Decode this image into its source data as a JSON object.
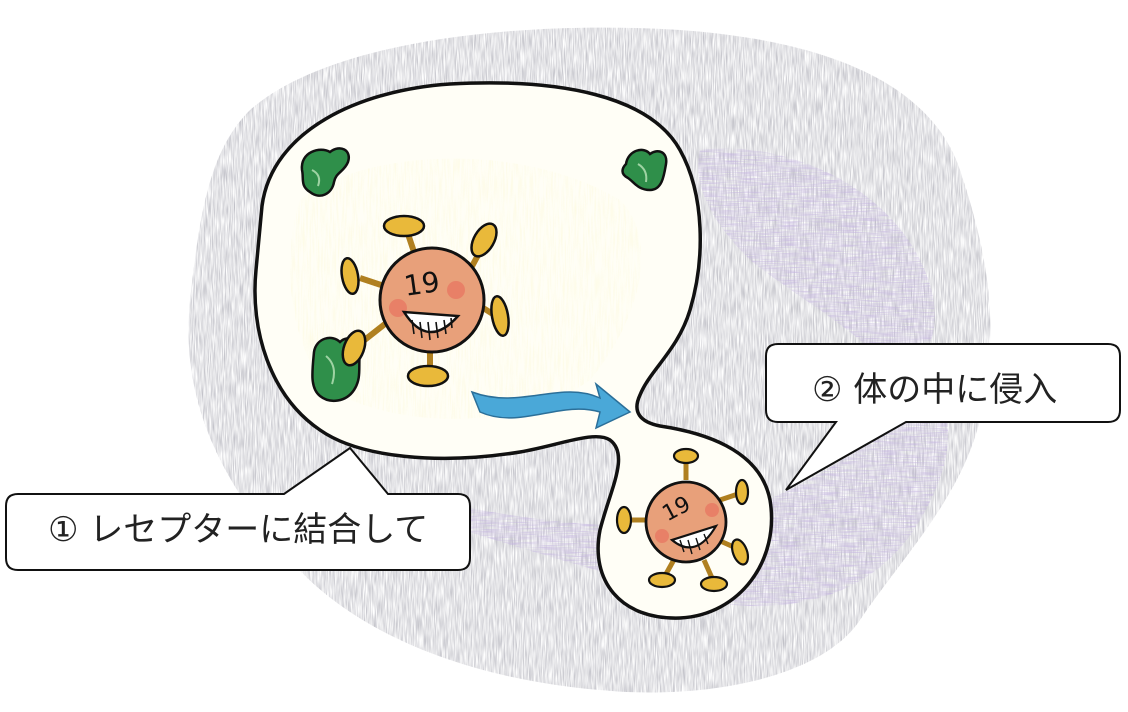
{
  "callouts": [
    {
      "text": "① レセプターに結合して"
    },
    {
      "text": "② 体の中に侵入"
    }
  ],
  "virus": {
    "label": "19"
  },
  "colors": {
    "background_wash": "#8b8b95",
    "cell_fill": "#fffef6",
    "cell_tint": "#f5efb0",
    "receptor": "#2f8f4a",
    "virus_body": "#e8a07a",
    "virus_spike": "#e9b93a",
    "arrow": "#4aa8d8",
    "outline": "#111111"
  },
  "icons": [
    "virus-icon",
    "receptor-icon",
    "arrow-icon"
  ]
}
